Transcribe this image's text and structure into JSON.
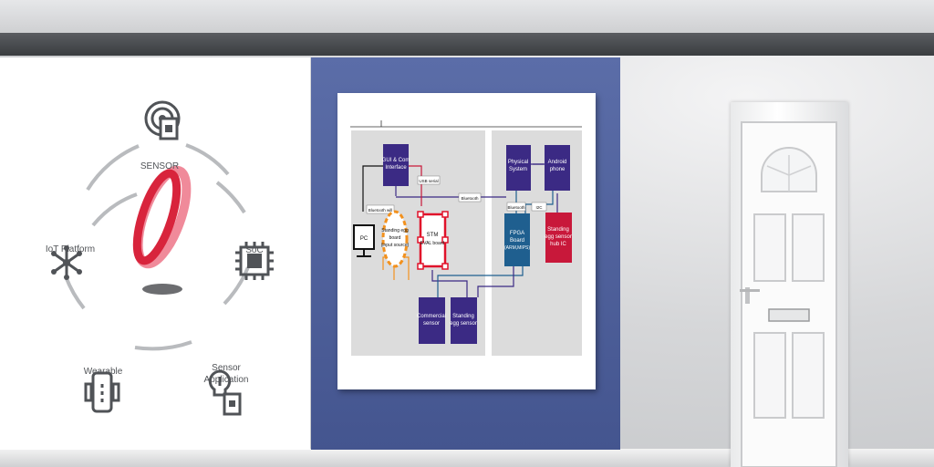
{
  "ecosystem": {
    "nodes": {
      "sensor": "SENSOR",
      "soc": "SoC",
      "sensor_application_line1": "Sensor",
      "sensor_application_line2": "Application",
      "wearable": "Wearable",
      "iot_platform": "IoT Platform"
    },
    "colors": {
      "logo_red": "#d8243c",
      "logo_pink": "#f08a9a",
      "ring": "#b9bbbe"
    }
  },
  "block_diagram": {
    "blocks": {
      "gui_line1": "GUI & Com",
      "gui_line2": "Interface",
      "pc": "PC",
      "standing_egg_board_line1": "Standing egg",
      "standing_egg_board_line2": "board",
      "standing_egg_board_line3": "(input source)",
      "stm_line1": "STM",
      "stm_line2": "EVAL board",
      "commercial_line1": "Commercial",
      "commercial_line2": "sensor",
      "standing_sensor_line1": "Standing",
      "standing_sensor_line2": "egg sensor",
      "physical_line1": "Physical",
      "physical_line2": "System",
      "android_line1": "Android",
      "android_line2": "phone",
      "fpga_line1": "FPGA",
      "fpga_line2": "Board",
      "fpga_line3": "(ARM,MIPS)",
      "hub_line1": "Standing",
      "hub_line2": "egg sensor",
      "hub_line3": "hub IC"
    },
    "link_labels": {
      "usb_serial": "USB serial",
      "bluetooth_main": "Bluetooth",
      "bluetooth_will": "Bluetooth will",
      "bluetooth_right": "Bluetooth",
      "i2c": "I2C"
    },
    "colors": {
      "block_navy": "#3b2a84",
      "block_teal": "#1f5f8f",
      "block_red": "#c8183a",
      "orange": "#f2911e",
      "red_outline": "#e0122a",
      "bg_gray": "#dcdcdc"
    }
  }
}
